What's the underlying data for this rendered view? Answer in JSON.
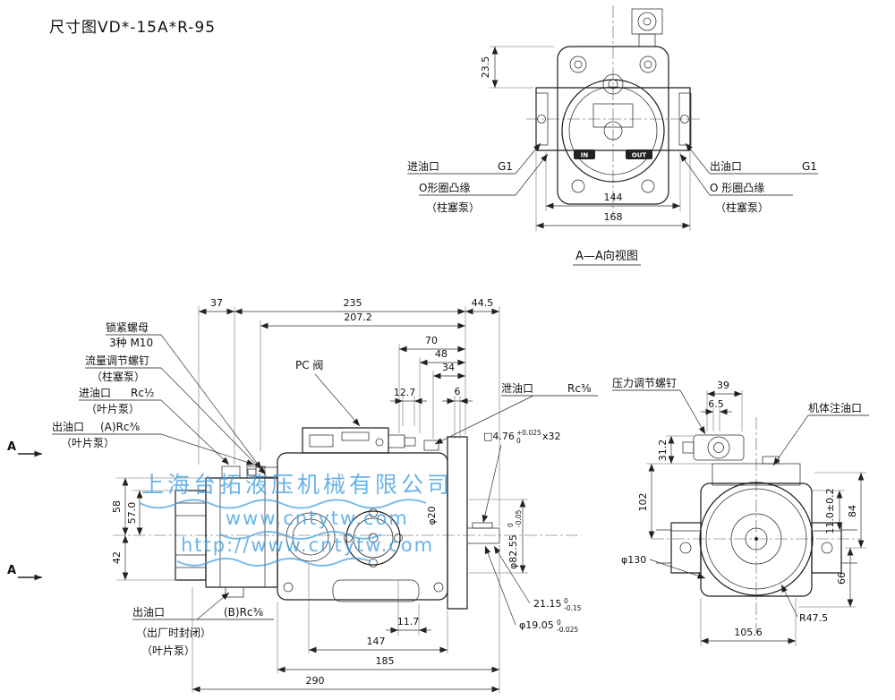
{
  "title": "尺寸图VD*-15A*R-95",
  "watermark": {
    "company": "上海台拓液压机械有限公司",
    "url1": "www.cntytw.com",
    "url2": "http://www.cntytw.com"
  },
  "rear_view": {
    "caption": "A—A向视图",
    "in_text": "IN",
    "out_text": "OUT",
    "dim_23_5": "23.5",
    "dim_144": "144",
    "dim_168": "168",
    "inlet_name": "进油口",
    "inlet_size": "G1",
    "inlet_flange": "O形圈凸缘",
    "inlet_note": "（柱塞泵）",
    "outlet_name": "出油口",
    "outlet_size": "G1",
    "outlet_flange": "O 形圈凸缘",
    "outlet_note": "（柱塞泵）"
  },
  "side_view": {
    "dim_37": "37",
    "dim_235": "235",
    "dim_207_2": "207.2",
    "dim_44_5": "44.5",
    "dim_70": "70",
    "dim_48": "48",
    "dim_34": "34",
    "dim_12_7": "12.7",
    "dim_6": "6",
    "dim_58": "58",
    "dim_57": "57.0",
    "dim_42": "42",
    "dim_11_7": "11.7",
    "dim_147": "147",
    "dim_185": "185",
    "dim_290": "290",
    "lock_nut_line1": "锁紧螺母",
    "lock_nut_line2": "3种  M10",
    "flow_screw_line1": "流量调节螺钉",
    "flow_screw_line2": "（柱塞泵）",
    "inlet_name": "进油口",
    "inlet_size": "Rc½",
    "inlet_note": "（叶片泵）",
    "outlet_a_name": "出油口",
    "outlet_a_size": "(A)Rc⅜",
    "outlet_a_note": "（叶片泵）",
    "pc_valve": "PC 阀",
    "drain_name": "泄油口",
    "drain_size": "Rc⅜",
    "key_dim_main": "□4.76",
    "key_dim_tol_top": "+0.025",
    "key_dim_tol_bottom": "0",
    "key_dim_suffix": "x32",
    "shaft_dia": "φ20",
    "spigot_main": "φ82.55",
    "spigot_tol_top": "0",
    "spigot_tol_bottom": "-0.05",
    "key_height_main": "21.15",
    "key_height_tol_top": "0",
    "key_height_tol_bottom": "-0.15",
    "shaft_d_main": "φ19.05",
    "shaft_d_tol_top": "0",
    "shaft_d_tol_bottom": "-0.025",
    "outlet_b_name": "出油口",
    "outlet_b_size": "(B)Rc⅜",
    "outlet_b_note1": "（出厂时封闭）",
    "outlet_b_note2": "（叶片泵）",
    "section_label": "A"
  },
  "end_view": {
    "pressure_screw": "压力调节螺钉",
    "oil_fill": "机体注油口",
    "dim_39": "39",
    "dim_6_5": "6.5",
    "dim_31_2": "31.2",
    "dim_102": "102",
    "dim_11_0": "11.0±0.2",
    "dim_84": "84",
    "dim_66": "66",
    "dim_130": "φ130",
    "dim_r47_5": "R47.5",
    "dim_105_6": "105.6"
  }
}
